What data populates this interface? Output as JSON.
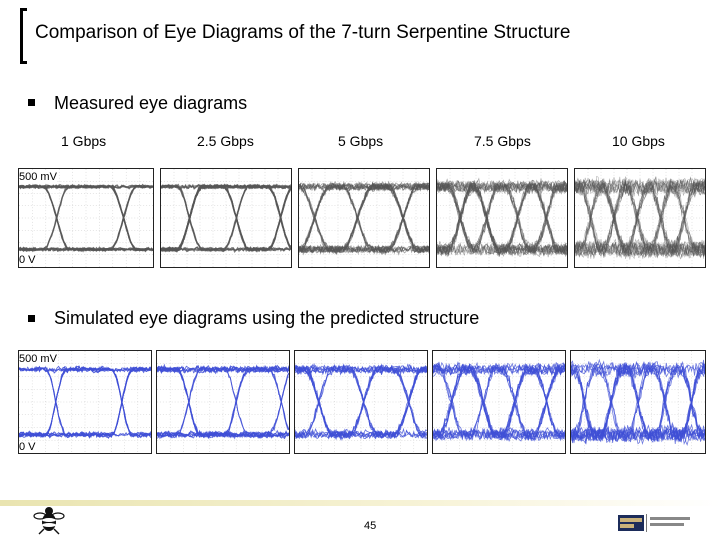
{
  "slide": {
    "title": "Comparison of Eye Diagrams of the 7-turn Serpentine Structure",
    "page_number": "45"
  },
  "measured": {
    "heading": "Measured eye diagrams",
    "rates": [
      "1 Gbps",
      "2.5 Gbps",
      "5 Gbps",
      "7.5 Gbps",
      "10 Gbps"
    ],
    "y_top_label": "500 mV",
    "y_bottom_label": "0 V",
    "trace_color": "#555555"
  },
  "simulated": {
    "heading": "Simulated eye diagrams using the predicted structure",
    "y_top_label": "500 mV",
    "y_bottom_label": "0 V",
    "trace_color": "#3f4fd6"
  },
  "colors": {
    "footer_accent": "#e9e4b0"
  }
}
